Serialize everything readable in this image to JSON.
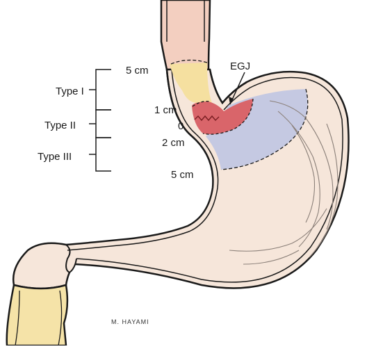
{
  "diagram": {
    "types": {
      "type_1": "Type I",
      "type_2": "Type II",
      "type_3": "Type III"
    },
    "distances": {
      "plus_5": "5 cm",
      "plus_1": "1 cm",
      "zero": "0",
      "minus_2": "2 cm",
      "minus_5": "5 cm"
    },
    "egj_label": "EGJ",
    "signature": "M. HAYAMI"
  },
  "colors": {
    "esophagus": "#f3cfc0",
    "type1_zone": "#f5e0a0",
    "type2_zone": "#d9656a",
    "type3_zone": "#c5c9e2",
    "stomach": "#f6e6da",
    "duodenum": "#f5e3a8",
    "outline": "#1a1a1a"
  }
}
